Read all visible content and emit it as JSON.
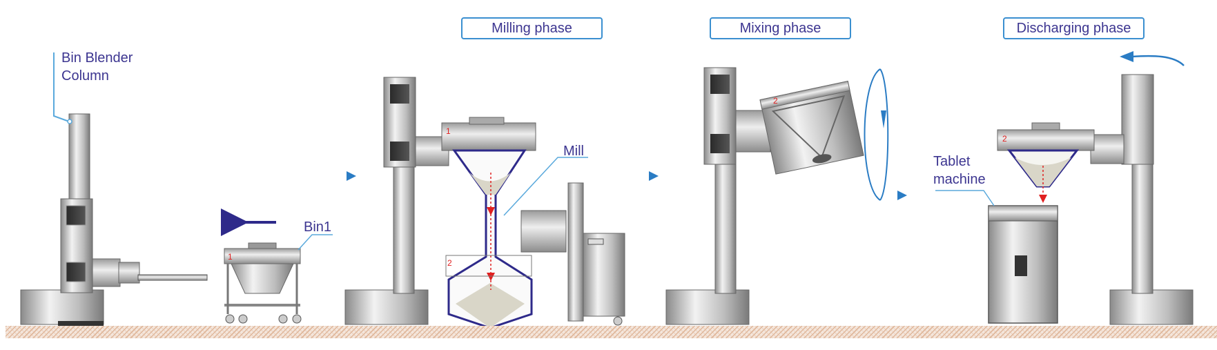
{
  "title": "Bin blender process: milling, mixing and discharging phases",
  "phases": [
    {
      "label": "Milling phase"
    },
    {
      "label": "Mixing phase"
    },
    {
      "label": "Discharging phase"
    }
  ],
  "callouts": {
    "column_line1": "Bin Blender",
    "column_line2": "Column",
    "bin1": "Bin1",
    "mill": "Mill",
    "tablet_line1": "Tablet",
    "tablet_line2": "machine"
  },
  "bin_numbers": {
    "bin_a": "1",
    "bin_b": "1",
    "bin_c": "2",
    "bin_d": "2",
    "bin_e": "2"
  },
  "colors": {
    "label_text": "#3c3590",
    "label_border": "#3a8fd0",
    "arrow_blue": "#2a7cc4",
    "arrow_navy": "#2e2a8a",
    "flow_red": "#e02020",
    "bin_outline": "#2e2a8a",
    "powder": "#d9d6c8",
    "floor": "#f4e6dc"
  }
}
